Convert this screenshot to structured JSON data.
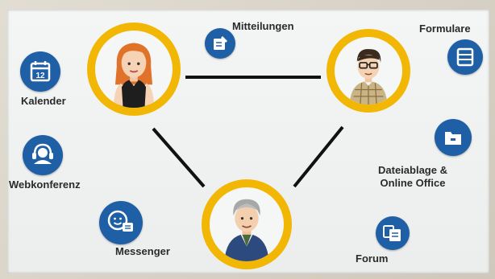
{
  "features": {
    "mitteilungen": "Mitteilungen",
    "formulare": "Formulare",
    "kalender": "Kalender",
    "webkonferenz": "Webkonferenz",
    "dateiablage": [
      "Dateiablage &",
      "Online Office"
    ],
    "messenger": "Messenger",
    "forum": "Forum"
  },
  "colors": {
    "ring": "#f2b705",
    "icon": "#1f5fa6",
    "connector": "#111111"
  },
  "icons": [
    "calendar-icon",
    "note-edit-icon",
    "form-list-icon",
    "headset-icon",
    "folder-icon",
    "chat-icon",
    "forum-icon"
  ]
}
